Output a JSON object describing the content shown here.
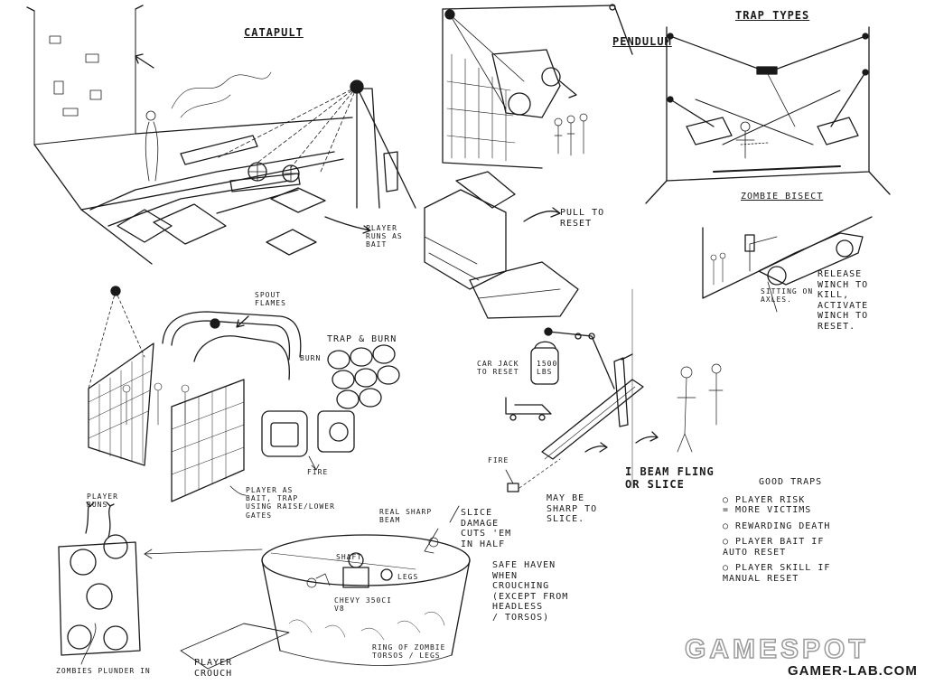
{
  "labels": {
    "catapult": "CATAPULT",
    "pendulum": "PENDULUM",
    "trap_types": "TRAP TYPES",
    "zombie_bisect": "ZOMBIE BISECT",
    "pull_to_reset": "PULL TO\nRESET",
    "player_runs_as_bait": "PLAYER\nRUNS AS\nBAIT",
    "spout_flames": "SPOUT\nFLAMES",
    "trap_and_burn": "TRAP & BURN",
    "burn": "BURN",
    "fire_1": "FIRE",
    "player_as_bait": "PLAYER AS\nBAIT, TRAP\nUSING RAISE/LOWER\nGATES",
    "car_jack_to_reset": "CAR JACK\nTO RESET",
    "weight": "1500\nLBS",
    "fire_2": "FIRE",
    "may_be_sharp": "MAY BE\nSHARP TO\nSLICE.",
    "i_beam_fling": "I BEAM FLING\nOR SLICE",
    "release_winch": "RELEASE\nWINCH TO\nKILL,\nACTIVATE\nWINCH TO\nRESET.",
    "sitting_on_axles": "SITTING ON\nAXLES.",
    "good_traps_title": "GOOD TRAPS",
    "good_traps": [
      "PLAYER RISK\n= MORE VICTIMS",
      "REWARDING DEATH",
      "PLAYER BAIT IF\nAUTO RESET",
      "PLAYER SKILL IF\nMANUAL RESET"
    ],
    "player_runs": "PLAYER\nRUNS",
    "zombies_plunder_in": "ZOMBIES PLUNDER IN",
    "real_sharp_beam": "REAL SHARP\nBEAM",
    "slice_damage": "SLICE\nDAMAGE\nCUTS 'EM\nIN HALF",
    "safe_haven": "SAFE HAVEN\nWHEN\nCROUCHING\n(EXCEPT FROM\nHEADLESS\n/ TORSOS)",
    "chevy": "CHEVY 350CI\nV8",
    "legs": "LEGS",
    "shaft": "SHAFT",
    "player_crouch": "PLAYER\nCROUCH",
    "ring_of_zombie": "RING OF ZOMBIE\nTORSOS / LEGS"
  },
  "watermark": {
    "gamespot": "GAMESPOT",
    "gamerlab": "GAMER-LAB.COM"
  },
  "colors": {
    "ink": "#1a1a1a",
    "paper": "#ffffff",
    "watermark": "#bdbdbd"
  }
}
